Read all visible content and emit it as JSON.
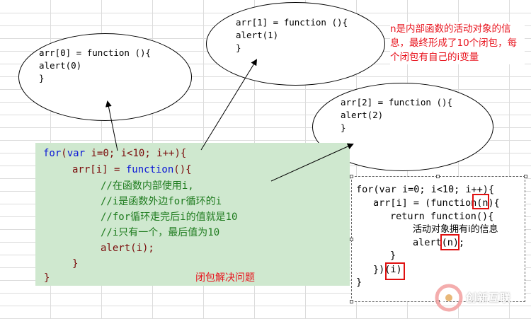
{
  "ellipses": [
    {
      "lines": [
        "arr[0] = function (){",
        "alert(0)",
        "}"
      ]
    },
    {
      "lines": [
        "arr[1] = function (){",
        "alert(1)",
        "}"
      ]
    },
    {
      "lines": [
        "arr[2] = function (){",
        "alert(2)",
        "}"
      ]
    }
  ],
  "note": "n是内部函数的活动对象的信息，最终形成了10个闭包，每个闭包有自己的i变量",
  "green_code": {
    "loop_open": {
      "kw1": "for",
      "p1": "(",
      "kw2": "var",
      "rest": " i=0; i<10; i++){"
    },
    "assign": {
      "lhs": "arr[i] = ",
      "kw": "function",
      "rhs": "(){"
    },
    "comments": [
      "//在函数内部使用i,",
      "//i是函数外边for循环的i",
      "//for循环走完后i的值就是10",
      "//i只有一个，最后值为10"
    ],
    "alert_line": "alert(i);",
    "close_inner": "}",
    "close_outer": "}",
    "fix_label": "闭包解决问题"
  },
  "fix_box": {
    "lines": [
      "for(var i=0; i<10; i++){",
      "arr[i] = (function(n){",
      "return function(){",
      "活动对象拥有i的信息",
      "alert(n);",
      "}",
      "})(i)",
      "}"
    ]
  },
  "watermark": "创新互联"
}
